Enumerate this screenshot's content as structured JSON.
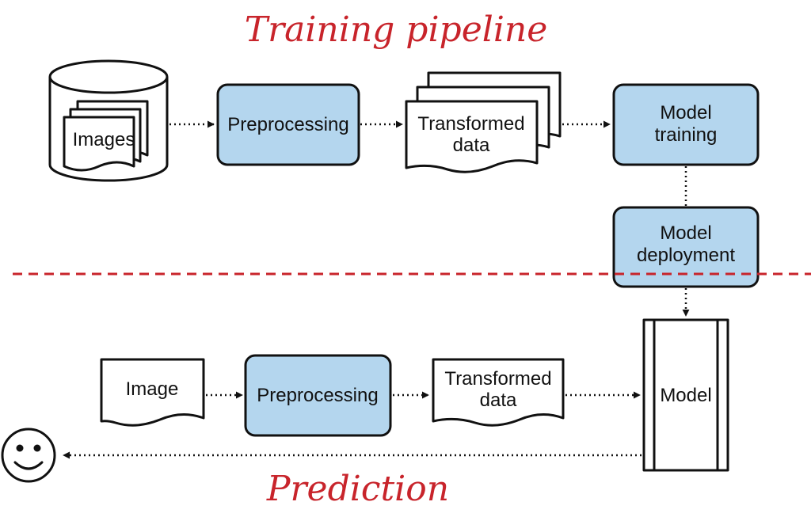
{
  "titles": {
    "training": "Training pipeline",
    "prediction": "Prediction"
  },
  "training_pipeline": {
    "images_label": "Images",
    "preprocessing_label": "Preprocessing",
    "transformed_line1": "Transformed",
    "transformed_line2": "data",
    "model_training_line1": "Model",
    "model_training_line2": "training",
    "model_deployment_line1": "Model",
    "model_deployment_line2": "deployment"
  },
  "prediction_pipeline": {
    "image_label": "Image",
    "preprocessing_label": "Preprocessing",
    "transformed_line1": "Transformed",
    "transformed_line2": "data",
    "model_label": "Model"
  },
  "colors": {
    "accent_red": "#c8242b",
    "box_fill": "#b4d6ee",
    "stroke": "#111111"
  },
  "icons": {
    "user": "smiley-face-icon"
  }
}
